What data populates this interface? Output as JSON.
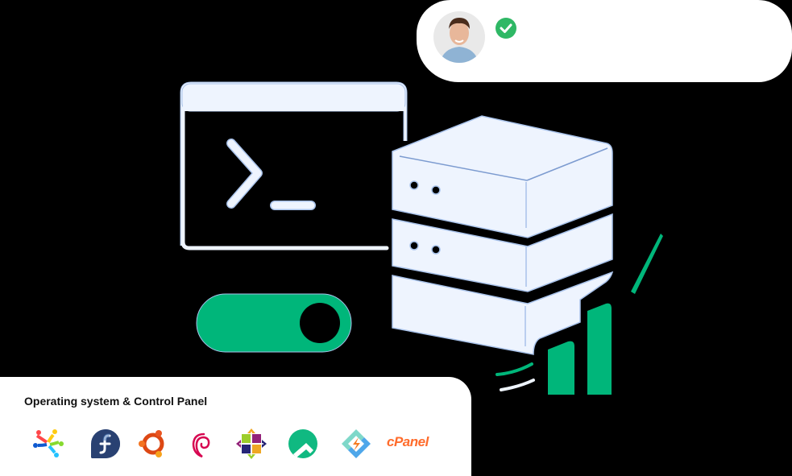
{
  "user_card": {
    "avatar": "user-avatar-photo",
    "status_icon": "check-circle-icon",
    "status_color": "#2fb865"
  },
  "illustration": {
    "terminal_prompt": ">_",
    "toggle_state": "on",
    "toggle_color": "#00b67a",
    "server_color": "#eef4fe",
    "server_outline": "#a8c2ea",
    "bars_color": "#00b67a"
  },
  "os_panel": {
    "title": "Operating system & Control Panel",
    "logos": [
      {
        "name": "AlmaLinux",
        "icon": "almalinux-icon"
      },
      {
        "name": "Fedora",
        "icon": "fedora-icon"
      },
      {
        "name": "Ubuntu",
        "icon": "ubuntu-icon"
      },
      {
        "name": "Debian",
        "icon": "debian-icon"
      },
      {
        "name": "CentOS",
        "icon": "centos-icon"
      },
      {
        "name": "Rocky Linux",
        "icon": "rocky-linux-icon"
      },
      {
        "name": "CyberPanel",
        "icon": "cyberpanel-icon"
      },
      {
        "name": "cPanel",
        "icon": "cpanel-icon",
        "text": "cPanel"
      }
    ]
  }
}
